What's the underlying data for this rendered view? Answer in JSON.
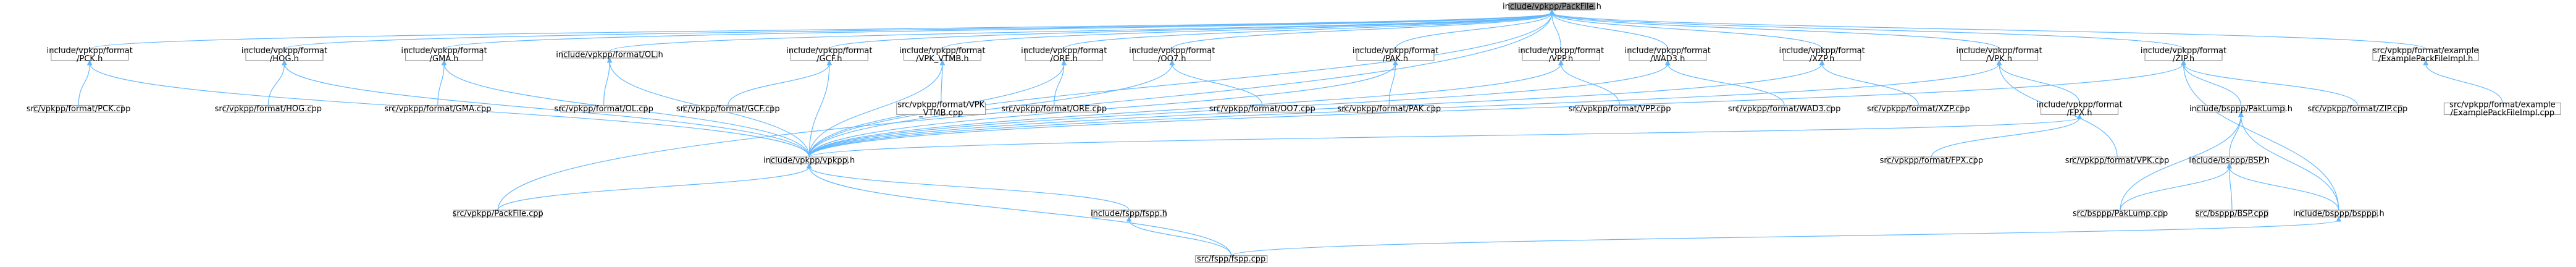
{
  "colors": {
    "edge": "#63b8ff",
    "node_border": "#999999",
    "root_fill": "#999999",
    "node_fill": "#ffffff"
  },
  "nodes": [
    {
      "id": "packfile_h",
      "lines": [
        "include/vpkpp/PackFile.h"
      ],
      "root": true
    },
    {
      "id": "pck_h",
      "lines": [
        "include/vpkpp/format",
        "/PCK.h"
      ]
    },
    {
      "id": "hog_h",
      "lines": [
        "include/vpkpp/format",
        "/HOG.h"
      ]
    },
    {
      "id": "gma_h",
      "lines": [
        "include/vpkpp/format",
        "/GMA.h"
      ]
    },
    {
      "id": "ol_h",
      "lines": [
        "include/vpkpp/format/OL.h"
      ]
    },
    {
      "id": "gcf_h",
      "lines": [
        "include/vpkpp/format",
        "/GCF.h"
      ]
    },
    {
      "id": "vpkvtmb_h",
      "lines": [
        "include/vpkpp/format",
        "/VPK_VTMB.h"
      ]
    },
    {
      "id": "ore_h",
      "lines": [
        "include/vpkpp/format",
        "/ORE.h"
      ]
    },
    {
      "id": "oo7_h",
      "lines": [
        "include/vpkpp/format",
        "/OO7.h"
      ]
    },
    {
      "id": "pak_h",
      "lines": [
        "include/vpkpp/format",
        "/PAK.h"
      ]
    },
    {
      "id": "vpp_h",
      "lines": [
        "include/vpkpp/format",
        "/VPP.h"
      ]
    },
    {
      "id": "wad3_h",
      "lines": [
        "include/vpkpp/format",
        "/WAD3.h"
      ]
    },
    {
      "id": "xzp_h",
      "lines": [
        "include/vpkpp/format",
        "/XZP.h"
      ]
    },
    {
      "id": "vpk_h",
      "lines": [
        "include/vpkpp/format",
        "/VPK.h"
      ]
    },
    {
      "id": "zip_h",
      "lines": [
        "include/vpkpp/format",
        "/ZIP.h"
      ]
    },
    {
      "id": "example_h",
      "lines": [
        "src/vpkpp/format/example",
        "/ExamplePackFileImpl.h"
      ]
    },
    {
      "id": "pck_cpp",
      "lines": [
        "src/vpkpp/format/PCK.cpp"
      ]
    },
    {
      "id": "hog_cpp",
      "lines": [
        "src/vpkpp/format/HOG.cpp"
      ]
    },
    {
      "id": "gma_cpp",
      "lines": [
        "src/vpkpp/format/GMA.cpp"
      ]
    },
    {
      "id": "ol_cpp",
      "lines": [
        "src/vpkpp/format/OL.cpp"
      ]
    },
    {
      "id": "gcf_cpp",
      "lines": [
        "src/vpkpp/format/GCF.cpp"
      ]
    },
    {
      "id": "vpkvtmb_cpp",
      "lines": [
        "src/vpkpp/format/VPK",
        "_VTMB.cpp"
      ]
    },
    {
      "id": "ore_cpp",
      "lines": [
        "src/vpkpp/format/ORE.cpp"
      ]
    },
    {
      "id": "oo7_cpp",
      "lines": [
        "src/vpkpp/format/OO7.cpp"
      ]
    },
    {
      "id": "pak_cpp",
      "lines": [
        "src/vpkpp/format/PAK.cpp"
      ]
    },
    {
      "id": "vpp_cpp",
      "lines": [
        "src/vpkpp/format/VPP.cpp"
      ]
    },
    {
      "id": "wad3_cpp",
      "lines": [
        "src/vpkpp/format/WAD3.cpp"
      ]
    },
    {
      "id": "xzp_cpp",
      "lines": [
        "src/vpkpp/format/XZP.cpp"
      ]
    },
    {
      "id": "fpx_h",
      "lines": [
        "include/vpkpp/format",
        "/FPX.h"
      ]
    },
    {
      "id": "paklump_h",
      "lines": [
        "include/bsppp/PakLump.h"
      ]
    },
    {
      "id": "zip_cpp",
      "lines": [
        "src/vpkpp/format/ZIP.cpp"
      ]
    },
    {
      "id": "example_cpp",
      "lines": [
        "src/vpkpp/format/example",
        "/ExamplePackFileImpl.cpp"
      ]
    },
    {
      "id": "bsp_h",
      "lines": [
        "include/bsppp/BSP.h"
      ]
    },
    {
      "id": "vpkpp_h",
      "lines": [
        "include/vpkpp/vpkpp.h"
      ]
    },
    {
      "id": "fpx_cpp",
      "lines": [
        "src/vpkpp/format/FPX.cpp"
      ]
    },
    {
      "id": "vpk_cpp",
      "lines": [
        "src/vpkpp/format/VPK.cpp"
      ]
    },
    {
      "id": "paklump_cpp",
      "lines": [
        "src/bsppp/PakLump.cpp"
      ]
    },
    {
      "id": "bsp_cpp",
      "lines": [
        "src/bsppp/BSP.cpp"
      ]
    },
    {
      "id": "bsppp_h",
      "lines": [
        "include/bsppp/bsppp.h"
      ]
    },
    {
      "id": "packfile_cpp",
      "lines": [
        "src/vpkpp/PackFile.cpp"
      ]
    },
    {
      "id": "fspp_h",
      "lines": [
        "include/fspp/fspp.h"
      ]
    },
    {
      "id": "fspp_cpp",
      "lines": [
        "src/fspp/fspp.cpp"
      ]
    }
  ]
}
